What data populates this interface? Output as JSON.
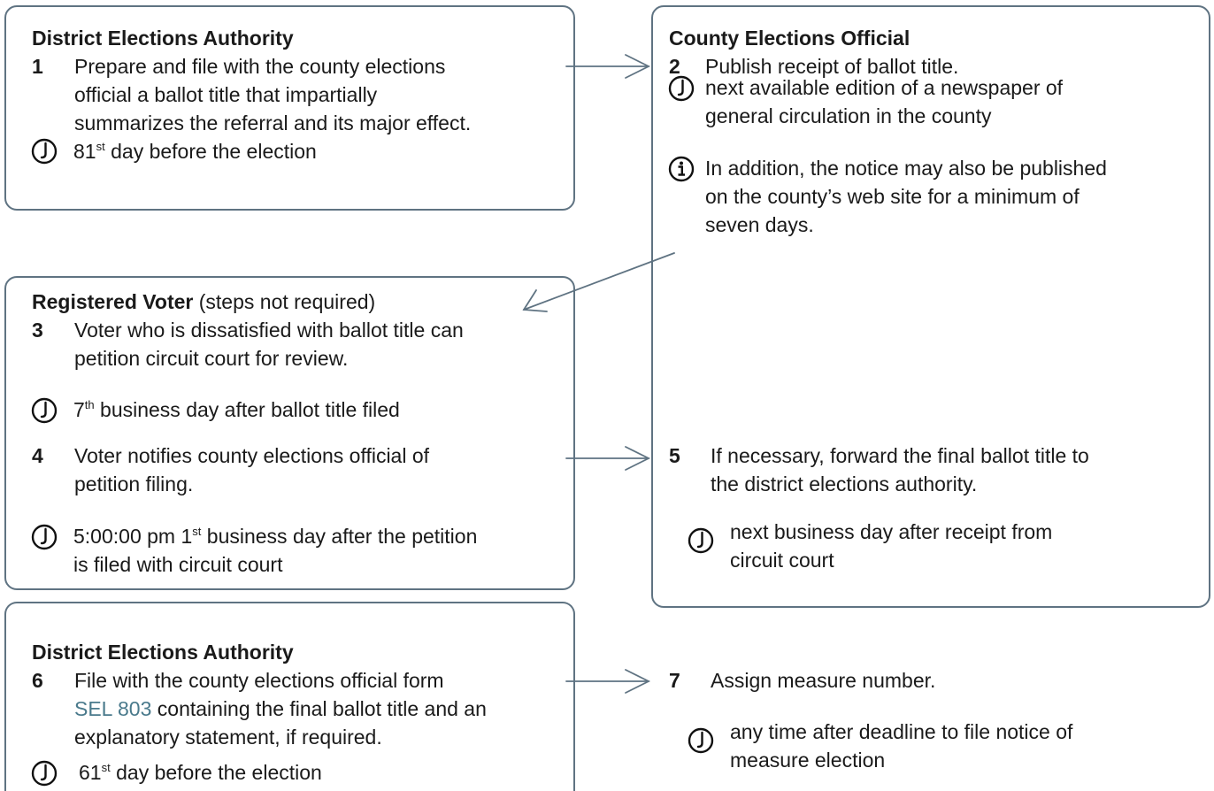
{
  "district1": {
    "title": "District Elections Authority",
    "step_num": "1",
    "step_lines": [
      "Prepare and file with the county elections",
      "official a ballot title that impartially",
      "summarizes the referral and its major effect."
    ],
    "deadline": {
      "pre": "81",
      "sup": "st",
      "post": " day before the election"
    }
  },
  "county": {
    "title": "County Elections Official",
    "step2": {
      "num": "2",
      "text": "Publish receipt of ballot title."
    },
    "step2_deadline": [
      "next available edition of a newspaper of",
      "general circulation in the county"
    ],
    "step2_info": [
      "In addition, the notice may also be published",
      "on the county’s web site for a minimum of",
      "seven days."
    ],
    "step5": {
      "num": "5",
      "lines": [
        "If necessary, forward the final ballot title to",
        "the district elections authority."
      ]
    },
    "step5_deadline": [
      "next business day after receipt from",
      "circuit court"
    ],
    "step7": {
      "num": "7",
      "text": "Assign measure number."
    },
    "step7_deadline": [
      "any time after deadline to file notice of",
      "measure election"
    ]
  },
  "voter": {
    "title_bold": "Registered Voter",
    "title_rest": " (steps not required)",
    "step3": {
      "num": "3",
      "lines": [
        "Voter who is dissatisfied with ballot title can",
        "petition circuit court for review."
      ]
    },
    "step3_deadline": {
      "pre": "7",
      "sup": "th",
      "post": " business day after ballot title filed"
    },
    "step4": {
      "num": "4",
      "lines": [
        "Voter notifies county elections official of",
        "petition filing."
      ]
    },
    "step4_deadline": {
      "pre": "5:00:00 pm 1",
      "sup": "st",
      "post": " business day after the petition",
      "line2": "is filed with circuit court"
    }
  },
  "district2": {
    "title": "District Elections Authority",
    "step_num": "6",
    "line1": "File with the county elections official form",
    "link": "SEL 803",
    "line2_rest": " containing the final ballot title and an",
    "line3": "explanatory statement, if required.",
    "deadline": {
      "pre": "61",
      "sup": "st",
      "post": " day before the election"
    }
  },
  "colors": {
    "border": "#5f7382",
    "link": "#4a7a8c",
    "text": "#1a1a1a"
  }
}
